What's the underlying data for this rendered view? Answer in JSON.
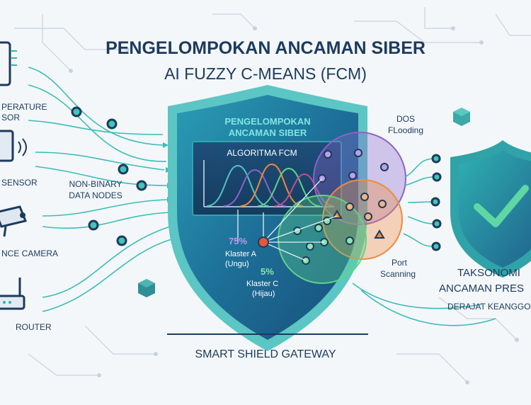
{
  "header": {
    "title": "PENGELOMPOKAN ANCAMAN SIBER",
    "subtitle": "AI FUZZY C-MEANS (FCM)"
  },
  "devices": [
    {
      "label": "PERATURE",
      "label2": "SOR",
      "icon": "thermometer-icon"
    },
    {
      "label": "SENSOR",
      "icon": "sensor-icon"
    },
    {
      "label": "NCE CAMERA",
      "icon": "camera-icon"
    },
    {
      "label": "ROUTER",
      "icon": "router-icon"
    }
  ],
  "nodes_label": {
    "line1": "NON-BINARY",
    "line2": "DATA NODES"
  },
  "shield": {
    "title_line1": "PENGELOMPOKAN",
    "title_line2": "ANCAMAN SIBER",
    "algo_label": "ALGORITMA FCM",
    "gateway_label": "SMART SHIELD GATEWAY"
  },
  "membership": {
    "a_percent": "75%",
    "a_label1": "Klaster A",
    "a_label2": "(Ungu)",
    "c_percent": "5%",
    "c_label1": "Klaster C",
    "c_label2": "(Hijau)"
  },
  "clusters": {
    "dos_line1": "DOS",
    "dos_line2": "FLooding",
    "port_line1": "Port",
    "port_line2": "Scanning"
  },
  "taxonomy": {
    "line1": "TAKSONOMI",
    "line2": "ANCAMAN PRES",
    "line3": "DERAJAT KEANGGOT"
  },
  "colors": {
    "navy": "#1c3a5e",
    "teal": "#2fb5b0",
    "purple": "#8a63c9",
    "orange": "#ef8a3c",
    "green": "#5fd38a",
    "shield_blue": "#1f6f99"
  }
}
